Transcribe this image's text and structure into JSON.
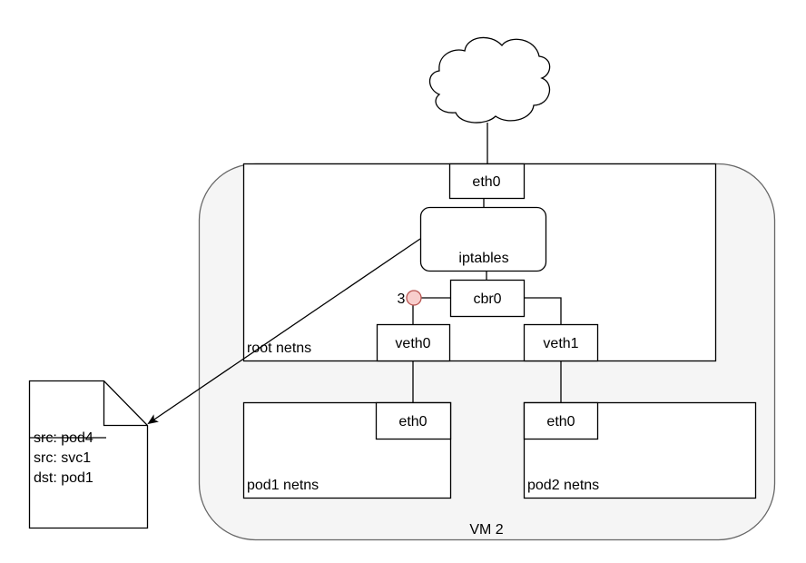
{
  "diagram": {
    "vm": {
      "label": "VM 2"
    },
    "root_netns": {
      "label": "root netns"
    },
    "interfaces": {
      "root_eth0": "eth0",
      "iptables": "iptables",
      "cbr0": "cbr0",
      "veth0": "veth0",
      "veth1": "veth1",
      "pod1_eth0": "eth0",
      "pod2_eth0": "eth0"
    },
    "pods": [
      {
        "label": "pod1 netns"
      },
      {
        "label": "pod2 netns"
      }
    ],
    "step_marker": {
      "label": "3",
      "fill": "#f8cecc",
      "stroke": "#b85450"
    },
    "packet": {
      "lines": [
        {
          "text": "src: pod4",
          "struck": true
        },
        {
          "text": "src: svc1",
          "struck": false
        },
        {
          "text": "dst: pod1",
          "struck": false
        }
      ]
    },
    "colors": {
      "vm_fill": "#f5f5f5",
      "vm_stroke": "#666666"
    }
  }
}
